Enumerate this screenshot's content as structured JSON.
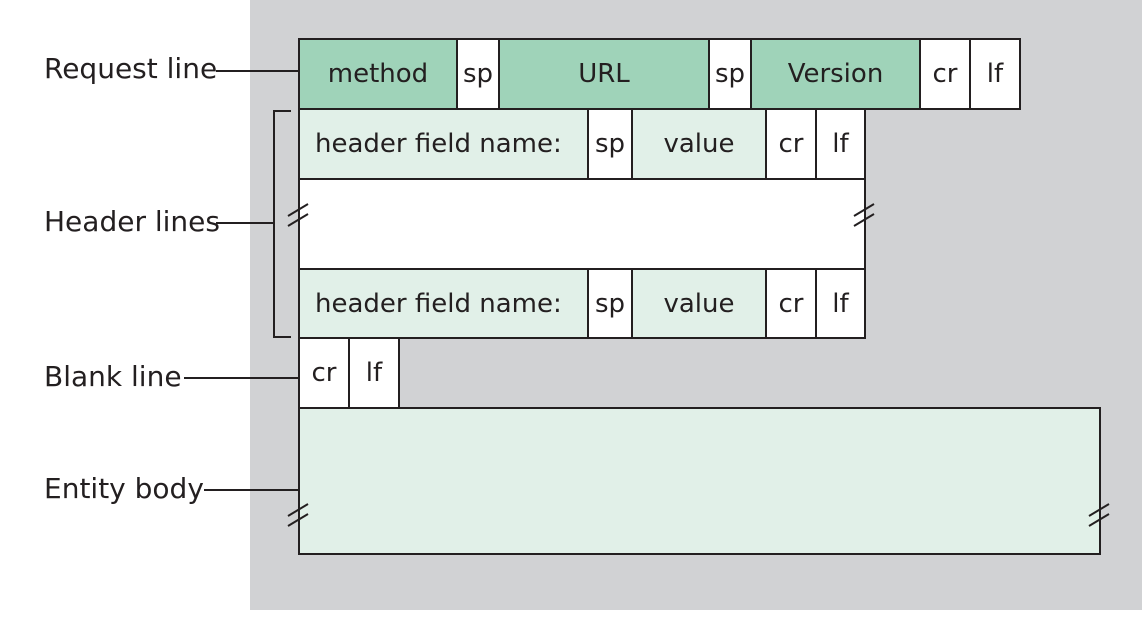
{
  "labels": {
    "request_line": "Request line",
    "header_lines": "Header lines",
    "blank_line": "Blank line",
    "entity_body": "Entity body"
  },
  "request_line": {
    "method": "method",
    "sp1": "sp",
    "url": "URL",
    "sp2": "sp",
    "version": "Version",
    "cr": "cr",
    "lf": "lf"
  },
  "header_line_1": {
    "name": "header field name:",
    "sp": "sp",
    "value": "value",
    "cr": "cr",
    "lf": "lf"
  },
  "header_line_2": {
    "name": "header field name:",
    "sp": "sp",
    "value": "value",
    "cr": "cr",
    "lf": "lf"
  },
  "blank_line": {
    "cr": "cr",
    "lf": "lf"
  },
  "colors": {
    "panel": "#d1d2d4",
    "request_fields": "#9fd3b9",
    "header_fields": "#e1f0e8",
    "plain": "#ffffff",
    "stroke": "#231f20"
  }
}
